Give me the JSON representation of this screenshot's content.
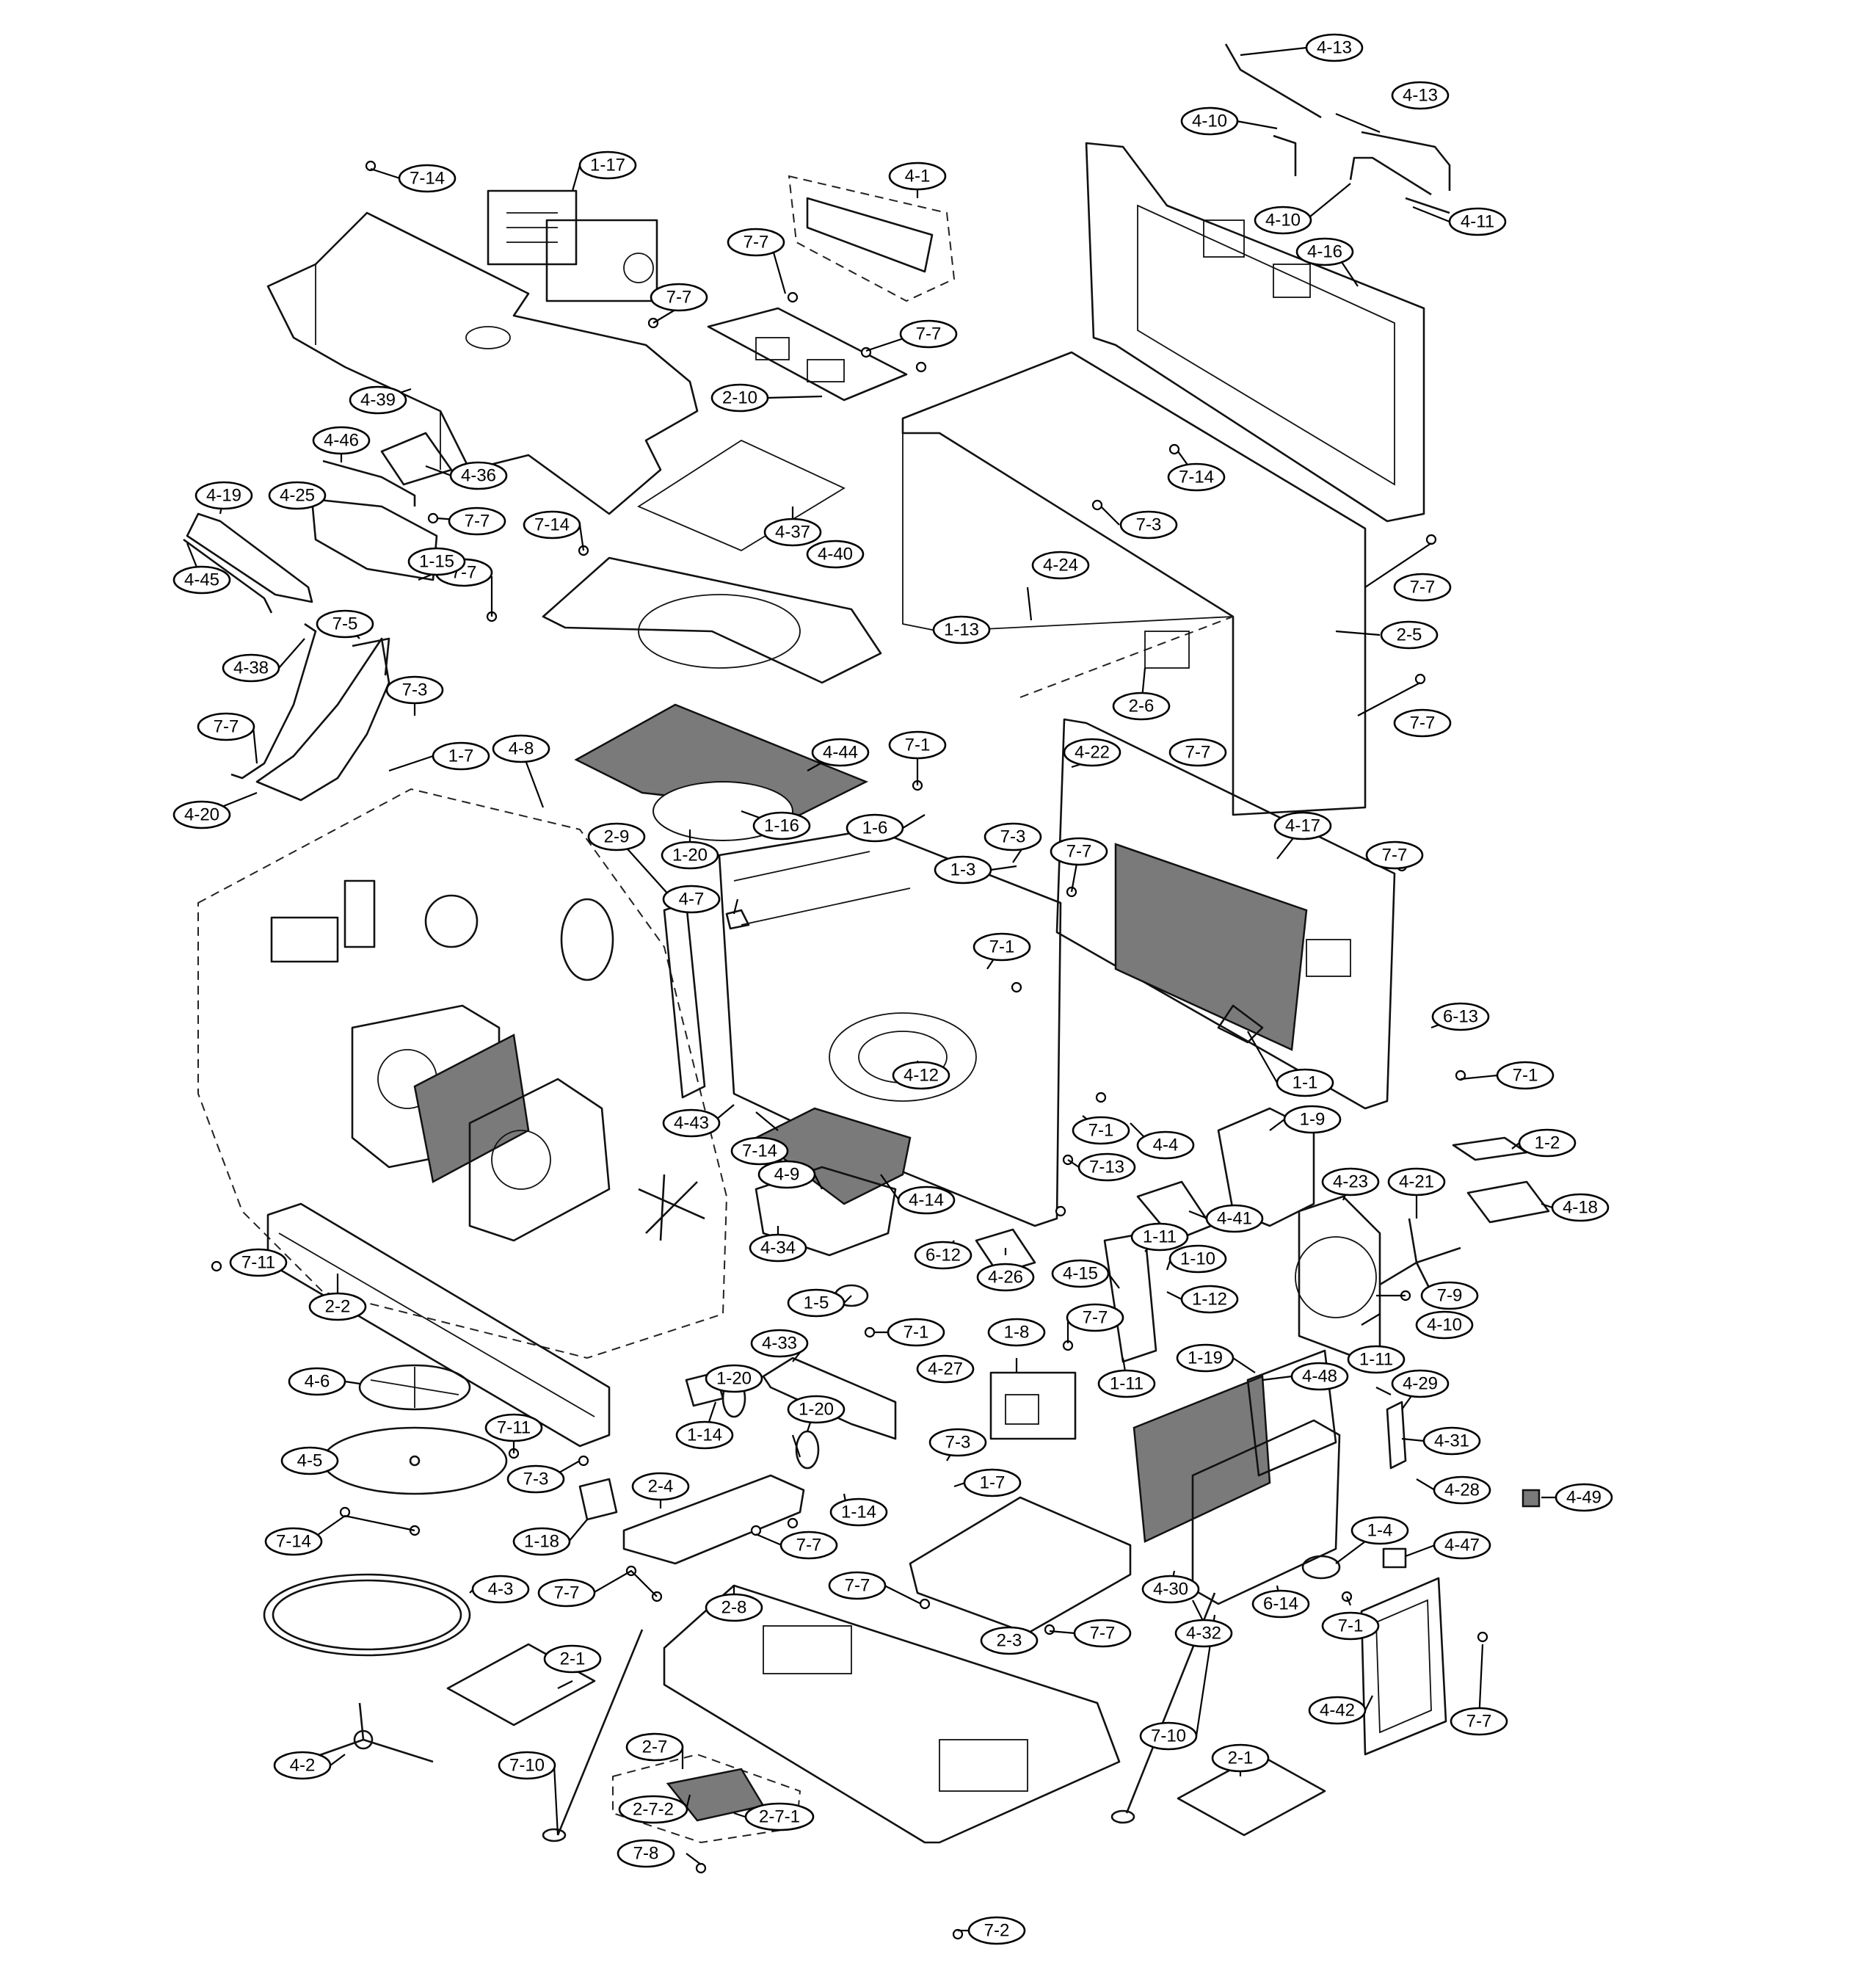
{
  "callouts": [
    "4-13",
    "4-13",
    "4-10",
    "4-10",
    "4-11",
    "4-16",
    "7-14",
    "1-17",
    "4-1",
    "7-7",
    "7-7",
    "7-7",
    "2-10",
    "4-39",
    "4-46",
    "4-36",
    "4-37",
    "7-7",
    "7-14",
    "4-19",
    "4-25",
    "7-7",
    "4-45",
    "7-14",
    "1-15",
    "7-3",
    "4-40",
    "4-24",
    "1-13",
    "7-7",
    "2-5",
    "2-6",
    "7-7",
    "4-38",
    "7-5",
    "7-3",
    "7-7",
    "1-7",
    "4-20",
    "4-8",
    "4-44",
    "1-16",
    "1-20",
    "7-1",
    "1-6",
    "7-7",
    "4-22",
    "7-3",
    "1-3",
    "7-7",
    "4-17",
    "7-7",
    "2-9",
    "4-7",
    "7-1",
    "6-13",
    "4-12",
    "7-1",
    "1-1",
    "1-9",
    "4-43",
    "7-1",
    "4-4",
    "1-2",
    "7-14",
    "4-9",
    "7-13",
    "4-18",
    "4-14",
    "4-41",
    "4-23",
    "4-21",
    "2-2",
    "7-11",
    "4-34",
    "6-12",
    "4-26",
    "1-11",
    "1-10",
    "4-15",
    "1-12",
    "7-9",
    "1-5",
    "7-1",
    "4-10",
    "4-33",
    "7-7",
    "1-19",
    "1-8",
    "1-11",
    "1-20",
    "4-27",
    "4-48",
    "1-11",
    "4-6",
    "7-11",
    "4-29",
    "1-14",
    "1-20",
    "4-31",
    "4-5",
    "7-3",
    "2-4",
    "7-3",
    "1-7",
    "4-28",
    "4-49",
    "1-14",
    "1-18",
    "7-14",
    "7-7",
    "1-4",
    "4-47",
    "4-3",
    "7-7",
    "2-8",
    "7-7",
    "4-30",
    "6-14",
    "7-1",
    "2-3",
    "7-7",
    "4-32",
    "2-1",
    "4-42",
    "7-7",
    "7-10",
    "2-7",
    "7-10",
    "2-1",
    "4-2",
    "2-7-2",
    "2-7-1",
    "7-8",
    "7-2"
  ]
}
